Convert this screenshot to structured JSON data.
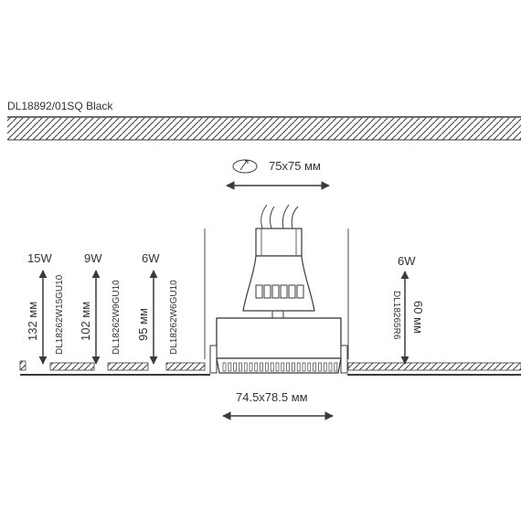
{
  "title": "DL18892/01SQ Black",
  "top_dimension": "75x75 мм",
  "bottom_dimension": "74.5x78.5 мм",
  "rotate_icon": "rotate-icon",
  "left_lamps": [
    {
      "watt": "15W",
      "height": "132 мм",
      "code": "DL18262W15GU10"
    },
    {
      "watt": "9W",
      "height": "102 мм",
      "code": "DL18262W9GU10"
    },
    {
      "watt": "6W",
      "height": "95 мм",
      "code": "DL18262W6GU10"
    }
  ],
  "right_lamp": {
    "watt": "6W",
    "height": "60 мм",
    "code": "DL18265R6"
  },
  "colors": {
    "line": "#3a3a3a",
    "text": "#333333"
  }
}
